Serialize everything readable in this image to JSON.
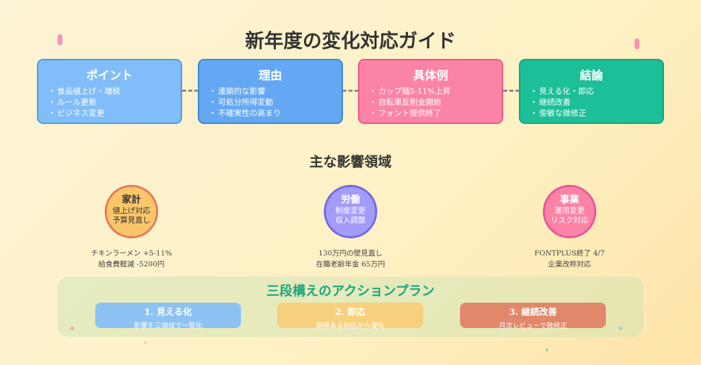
{
  "title": "新年度の変化対応ガイド",
  "cards": [
    {
      "title": "ポイント",
      "items": [
        "食品値上げ・増税",
        "ルール更新",
        "ビジネス変更"
      ],
      "color": "#82bdf9"
    },
    {
      "title": "理由",
      "items": [
        "連鎖的な影響",
        "可処分所得変動",
        "不確実性の高まり"
      ],
      "color": "#64a8f4"
    },
    {
      "title": "具体例",
      "items": [
        "カップ麺5-11%上昇",
        "自転車反則金開始",
        "フォント提供終了"
      ],
      "color": "#fb84a6"
    },
    {
      "title": "結論",
      "items": [
        "見える化・即応",
        "継続改善",
        "俊敏な微修正"
      ],
      "color": "#1cbf98"
    }
  ],
  "section_title": "主な影響領域",
  "areas": [
    {
      "title": "家計",
      "lines": [
        "値上げ対応",
        "予算見直し"
      ],
      "captions": [
        "チキンラーメン +5-11%",
        "給食費軽減 -5200円"
      ]
    },
    {
      "title": "労働",
      "lines": [
        "制度変更",
        "収入調整"
      ],
      "captions": [
        "130万円の壁見直し",
        "在職老齢年金 65万円"
      ]
    },
    {
      "title": "事業",
      "lines": [
        "運用変更",
        "リスク対応"
      ],
      "captions": [
        "FONTPLUS終了 4/7",
        "企業改称対応"
      ]
    }
  ],
  "action_plan": {
    "title": "三段構えのアクションプラン",
    "steps": [
      {
        "title": "1. 見える化",
        "desc": "影響を三領域で一覧化"
      },
      {
        "title": "2. 即応",
        "desc": "期限ある対応から優先"
      },
      {
        "title": "3. 継続改善",
        "desc": "月次レビューで微修正"
      }
    ]
  }
}
